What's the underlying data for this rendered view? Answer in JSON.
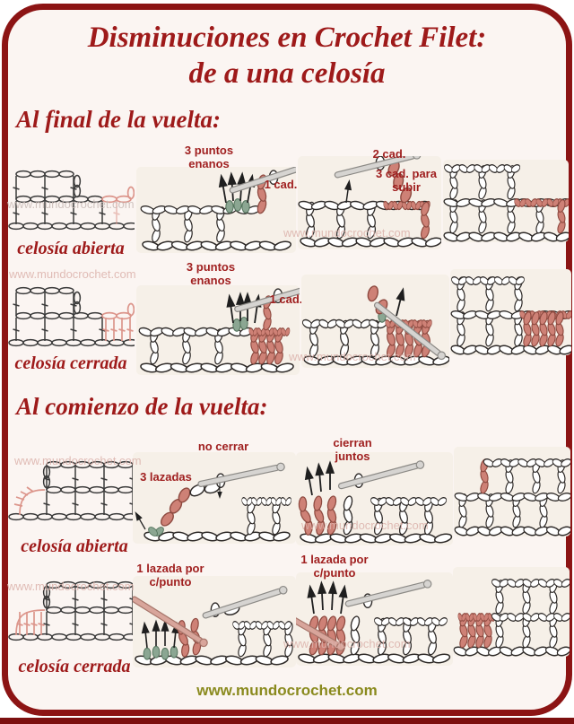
{
  "page": {
    "title_line1": "Disminuciones en Crochet Filet:",
    "title_line2": "de a una celosía",
    "watermark": "www.mundocrochet.com",
    "footer_url": "www.mundocrochet.com"
  },
  "colors": {
    "frame_red": "#8c1414",
    "title_red": "#9e1a1a",
    "label_red": "#a02020",
    "footer_olive": "#8a8a1e",
    "pink_stitch": "#ce8176",
    "green_stitch": "#8ba692"
  },
  "sections": [
    {
      "heading": "Al final de la vuelta:",
      "rows": [
        {
          "caption": "celosía abierta",
          "labels": {
            "puntos": "3 puntos enanos",
            "cad1": "1 cad.",
            "cad2": "2 cad.",
            "cad3": "3 cad. para subir"
          }
        },
        {
          "caption": "celosía cerrada",
          "labels": {
            "puntos": "3 puntos enanos",
            "cad1": "1 cad."
          }
        }
      ]
    },
    {
      "heading": "Al comienzo de la vuelta:",
      "rows": [
        {
          "caption": "celosía abierta",
          "labels": {
            "nocerrar": "no cerrar",
            "lazadas": "3 lazadas",
            "cierran": "cierran juntos"
          }
        },
        {
          "caption": "celosía cerrada",
          "labels": {
            "lazada1": "1 lazada por c/punto",
            "lazada2": "1 lazada por c/punto"
          }
        }
      ]
    }
  ]
}
